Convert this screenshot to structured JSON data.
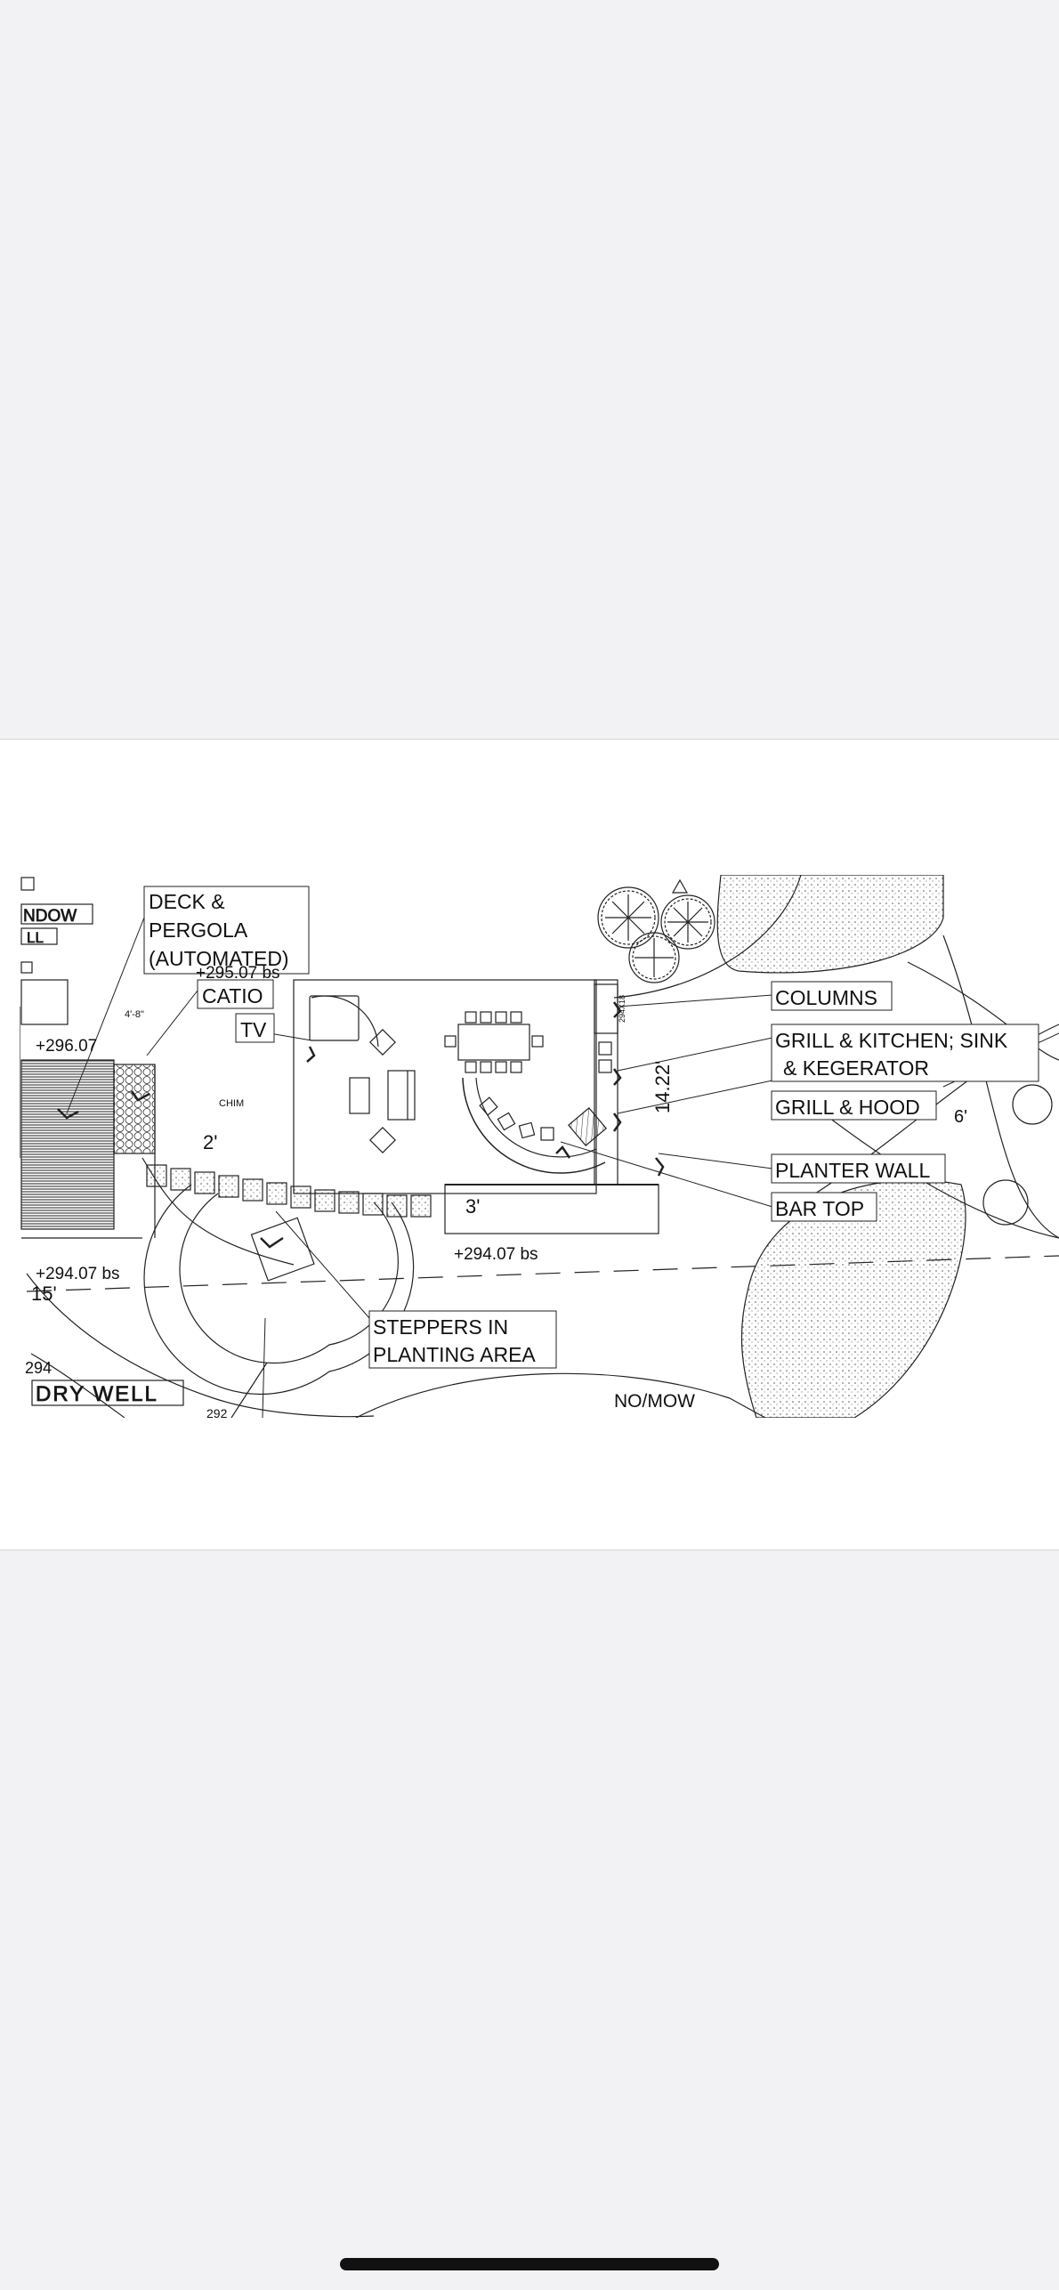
{
  "plan": {
    "callouts": {
      "deck_pergola": [
        "DECK &",
        "PERGOLA",
        "(AUTOMATED)"
      ],
      "catio": "CATIO",
      "tv": "TV",
      "columns": "COLUMNS",
      "grill_kitchen": [
        "GRILL & KITCHEN; SINK",
        "& KEGERATOR"
      ],
      "grill_hood": "GRILL & HOOD",
      "planter_wall": "PLANTER WALL",
      "bar_top": "BAR TOP",
      "steppers": [
        "STEPPERS IN",
        "PLANTING AREA"
      ]
    },
    "dimensions": {
      "elev_29607": "+296.07",
      "elev_29507": "+295.07 bs",
      "elev_29407_left": "+294.07 bs",
      "elev_29407_mid": "+294.07 bs",
      "dim_15": "15'",
      "dim_2": "2'",
      "dim_3": "3'",
      "dim_1422": "14.22'",
      "dim_6": "6'",
      "dim_48": "4'-8\"",
      "contour_294": "294",
      "small_label_294": "294X18"
    },
    "labels": {
      "window": "NDOW",
      "ll": "LL",
      "chim": "CHIM",
      "dry_well": "DRY WELL",
      "no_mow": "NO/MOW",
      "dry_well_extra": "292"
    }
  }
}
